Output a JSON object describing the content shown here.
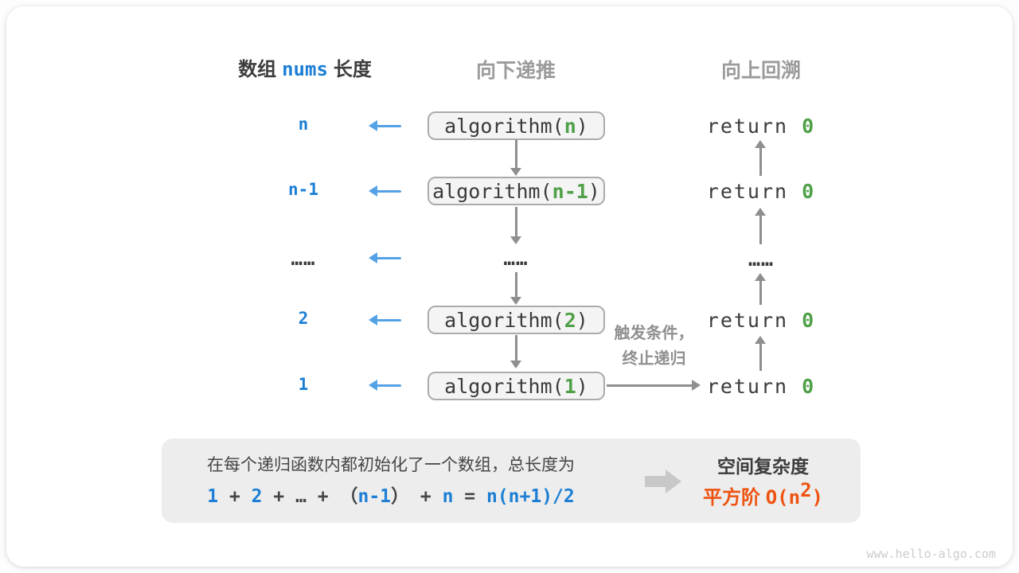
{
  "headers": {
    "col1_pre": "数组",
    "col1_code": "nums",
    "col1_post": "长度",
    "col2": "向下递推",
    "col3": "向上回溯"
  },
  "rows": [
    {
      "label": "n",
      "box_open": "algorithm(",
      "box_arg": "n",
      "box_close": ")",
      "ret_kw": "return ",
      "ret_val": "0"
    },
    {
      "label": "n-1",
      "box_open": "algorithm(",
      "box_arg": "n-1",
      "box_close": ")",
      "ret_kw": "return ",
      "ret_val": "0"
    },
    {
      "label": "……",
      "mid_dots": "……",
      "ret_dots": "……"
    },
    {
      "label": "2",
      "box_open": "algorithm(",
      "box_arg": "2",
      "box_close": ")",
      "ret_kw": "return ",
      "ret_val": "0"
    },
    {
      "label": "1",
      "box_open": "algorithm(",
      "box_arg": "1",
      "box_close": ")",
      "ret_kw": "return ",
      "ret_val": "0"
    }
  ],
  "annotation": {
    "line1": "触发条件，",
    "line2": "终止递归"
  },
  "summary": {
    "line1": "在每个递归函数内都初始化了一个数组，总长度为",
    "formula": {
      "num1": "1",
      "op1": " + ",
      "num2": "2",
      "op2": " + ",
      "dots": "…",
      "op3": " + ",
      "open": "（",
      "expr1": "n-1",
      "close": "）",
      "op4": " + ",
      "var1": "n",
      "eq": " = ",
      "expr2": "n(n+1)/2"
    },
    "result_title": "空间复杂度",
    "result_pre": "平方阶 ",
    "result_big_o": "O(n",
    "result_sup": "2",
    "result_close": ")"
  },
  "watermark": "www.hello-algo.com",
  "colors": {
    "blue": "#1c7fd5",
    "lightblue": "#54a2e6",
    "green": "#4fa048",
    "dark": "#3c3c3c",
    "headergray": "#9b9b9b",
    "arrowgray": "#8f8f8f",
    "notegray": "#8f8f8f",
    "boxbg": "#f4f4f4",
    "boxborder": "#ababab",
    "panelbg": "#ededed",
    "optext": "#464646",
    "orange": "#ee5310",
    "blockarrow": "#c8c8c8",
    "watermark": "#cccccc"
  }
}
